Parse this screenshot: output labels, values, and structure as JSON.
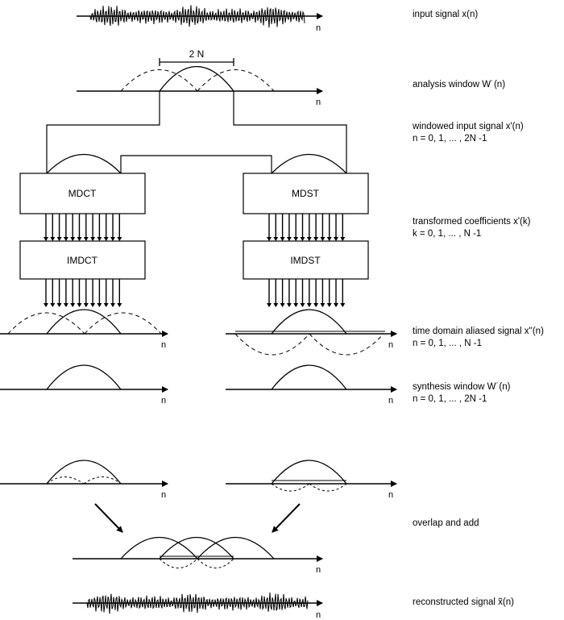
{
  "labels": {
    "axis": "n",
    "span": "2 N",
    "mdct": "MDCT",
    "mdst": "MDST",
    "imdct": "IMDCT",
    "imdst": "IMDST"
  },
  "captions": {
    "input": "input signal x(n)",
    "analysis": "analysis window W˙(n)",
    "windowed_1": "windowed input signal x'(n)",
    "windowed_2": "n = 0, 1, ... , 2N -1",
    "coeffs_1": "transformed coefficients x'(k)",
    "coeffs_2": "k = 0, 1, ... , N -1",
    "aliased_1": "time domain aliased signal x''(n)",
    "aliased_2": "n = 0, 1, ... , N -1",
    "synthesis_1": "synthesis window W˙(n)",
    "synthesis_2": "n = 0, 1, ... , 2N -1",
    "overlap": "overlap and add",
    "reconstructed": "reconstructed signal x̃(n)"
  }
}
